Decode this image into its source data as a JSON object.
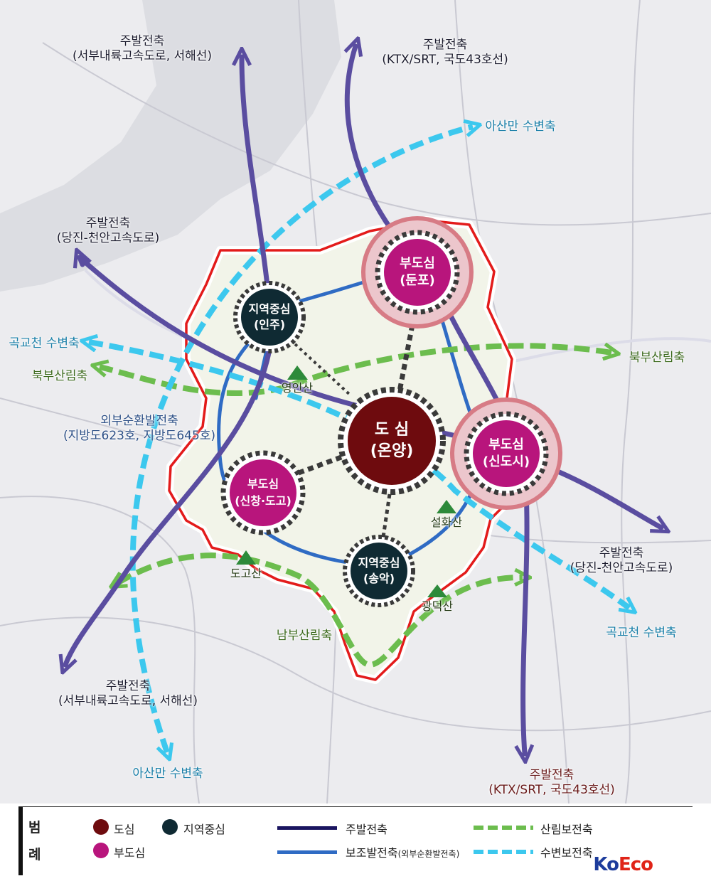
{
  "colors": {
    "main_axis": "#5a4da0",
    "aux_axis": "#2f6bc4",
    "forest_axis": "#6cbd4e",
    "water_axis": "#3cc8ee",
    "center": "#6e0b0e",
    "regional_center": "#0f2a33",
    "sub_center": "#b8157c",
    "boundary": "#e31b1b"
  },
  "nodes": {
    "center": {
      "line1": "도 심",
      "line2": "(온양)"
    },
    "sub_dunpo": {
      "line1": "부도심",
      "line2": "(둔포)"
    },
    "sub_newcity": {
      "line1": "부도심",
      "line2": "(신도시)"
    },
    "sub_sinchang": {
      "line1": "부도심",
      "line2": "(신창·도고)"
    },
    "regional_inju": {
      "line1": "지역중심",
      "line2": "(인주)"
    },
    "regional_songak": {
      "line1": "지역중심",
      "line2": "(송악)"
    }
  },
  "labels": {
    "main_nw_top": {
      "line1": "주발전축",
      "line2": "(서부내륙고속도로, 서해선)"
    },
    "main_n_top": {
      "line1": "주발전축",
      "line2": "(KTX/SRT, 국도43호선)"
    },
    "main_w_mid": {
      "line1": "주발전축",
      "line2": "(당진-천안고속도로)"
    },
    "main_e_mid": {
      "line1": "주발전축",
      "line2": "(당진-천안고속도로)"
    },
    "main_sw_bot": {
      "line1": "주발전축",
      "line2": "(서부내륙고속도로, 서해선)"
    },
    "main_s_bot": {
      "line1": "주발전축",
      "line2": "(KTX/SRT, 국도43호선)"
    },
    "water_asan_top": "아산만 수변축",
    "water_asan_bot": "아산만 수변축",
    "water_gokgyo_w": "곡교천 수변축",
    "water_gokgyo_e": "곡교천 수변축",
    "forest_north_w": "북부산림축",
    "forest_north_e": "북부산림축",
    "forest_south": "남부산림축",
    "outer_ring": {
      "line1": "외부순환발전축",
      "line2": "(지방도623호, 지방도645호)"
    },
    "peak_yeongin": "영인산",
    "peak_seolhwa": "설화산",
    "peak_dogo": "도고산",
    "peak_gwangdeok": "광덕산"
  },
  "legend": {
    "title_1": "범",
    "title_2": "례",
    "center": "도심",
    "regional_center": "지역중심",
    "sub_center": "부도심",
    "main_axis": "주발전축",
    "aux_axis": "보조발전축",
    "aux_axis_note": "(외부순환발전축)",
    "forest_axis": "산림보전축",
    "water_axis": "수변보전축",
    "logo_part1": "Ko",
    "logo_part2": "Eco"
  }
}
